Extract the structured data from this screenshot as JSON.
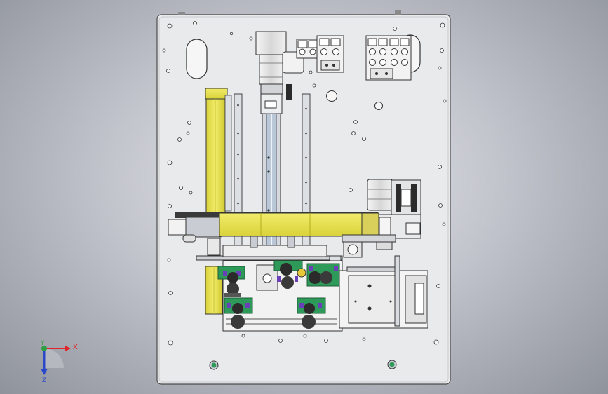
{
  "colors": {
    "plate": "#e9eaec",
    "plate_edge": "#4a4a4a",
    "yellow": "#e6e14a",
    "yellow_dark": "#b5ad1e",
    "green": "#2e9a5a",
    "purple": "#6b3fb8",
    "steel": "#c9ccd2",
    "dark": "#2b2b2b",
    "axis_x": "#e0242a",
    "axis_y": "#2ea043",
    "axis_z": "#2a48c8"
  },
  "triad": {
    "x_label": "X",
    "y_label": "Y",
    "z_label": "Z"
  },
  "icons": {
    "triad": "coordinate-triad-icon",
    "hole": "mounting-hole-icon",
    "knob": "green-knob-icon"
  }
}
